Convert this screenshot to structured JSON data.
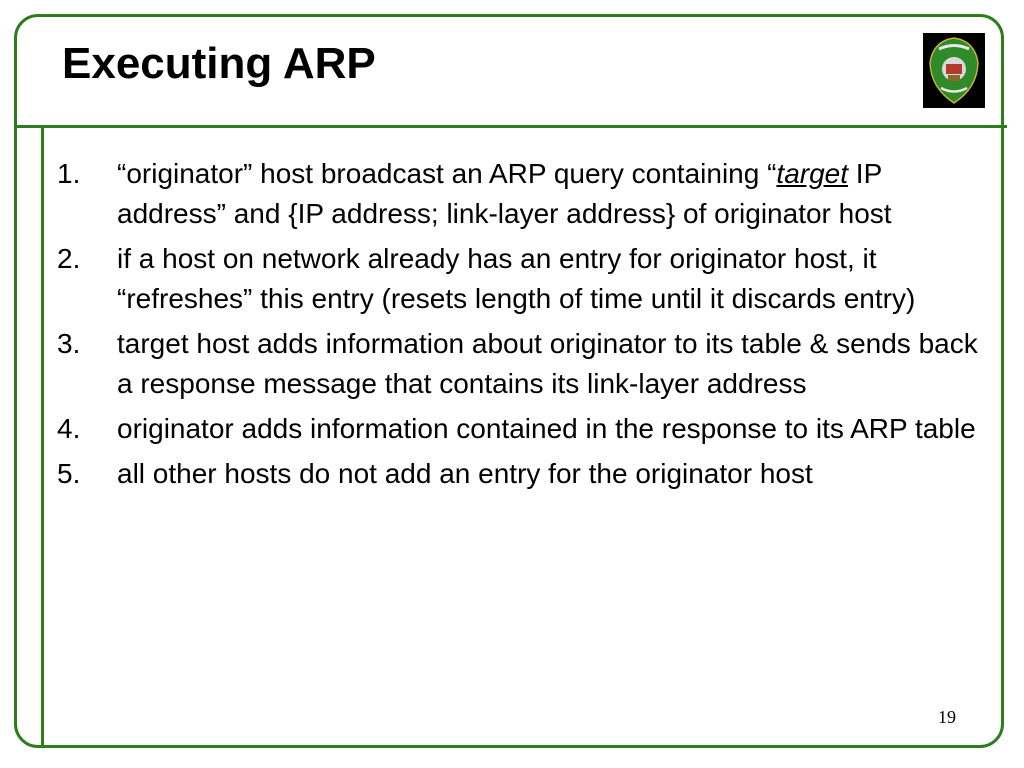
{
  "slide": {
    "title": "Executing ARP",
    "page_number": "19",
    "accent_color": "#2e7d1c",
    "logo_icon": "university-crest-icon"
  },
  "steps": [
    {
      "number": "1.",
      "text_before": "“originator” host broadcast an ARP query containing “",
      "emphasis": "target",
      "text_after": " IP address” and {IP address; link-layer address} of originator host"
    },
    {
      "number": "2.",
      "text": "if a host on network already has an entry for originator host, it “refreshes” this entry (resets length of time until it discards entry)"
    },
    {
      "number": "3.",
      "text": "target host adds information about originator to its table & sends back a response message that contains its link-layer address"
    },
    {
      "number": "4.",
      "text": "originator adds information contained in the response to its ARP table"
    },
    {
      "number": "5.",
      "text": "all other hosts do not add an entry for the originator host"
    }
  ]
}
